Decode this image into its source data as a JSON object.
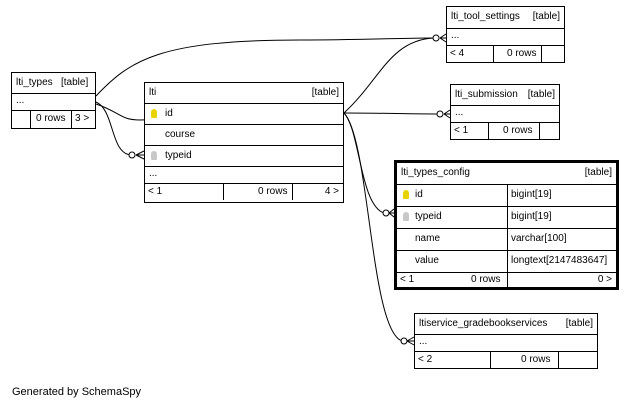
{
  "footer": "Generated by SchemaSpy",
  "tables": {
    "lti_types": {
      "name": "lti_types",
      "tag": "[table]",
      "more": "...",
      "rows": "0 rows",
      "children": "3 >"
    },
    "lti": {
      "name": "lti",
      "tag": "[table]",
      "columns": [
        "id",
        "course",
        "typeid"
      ],
      "more": "...",
      "parents": "< 1",
      "rows": "0 rows",
      "children": "4 >"
    },
    "lti_tool_settings": {
      "name": "lti_tool_settings",
      "tag": "[table]",
      "more": "...",
      "parents": "< 4",
      "rows": "0 rows"
    },
    "lti_submission": {
      "name": "lti_submission",
      "tag": "[table]",
      "more": "...",
      "parents": "< 1",
      "rows": "0 rows"
    },
    "lti_types_config": {
      "name": "lti_types_config",
      "tag": "[table]",
      "columns": [
        {
          "name": "id",
          "type": "bigint[19]"
        },
        {
          "name": "typeid",
          "type": "bigint[19]"
        },
        {
          "name": "name",
          "type": "varchar[100]"
        },
        {
          "name": "value",
          "type": "longtext[2147483647]"
        }
      ],
      "parents": "< 1",
      "rows": "0 rows",
      "children": "0 >"
    },
    "ltiservice_gradebookservices": {
      "name": "ltiservice_gradebookservices",
      "tag": "[table]",
      "more": "...",
      "parents": "< 2",
      "rows": "0 rows"
    }
  },
  "colors": {
    "primary_key": "#e8d300",
    "foreign_key": "#c8c8c8",
    "lines": "#000000"
  }
}
